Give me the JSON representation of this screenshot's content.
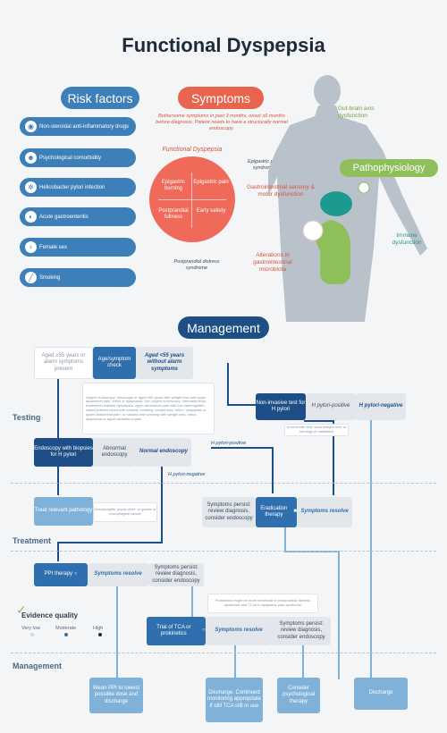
{
  "title": "Functional Dyspepsia",
  "colors": {
    "navy": "#1d4f86",
    "blue": "#3d7fb9",
    "coral": "#e8644e",
    "green": "#8fbf5a",
    "light_blue": "#7fb1d9"
  },
  "risk_factors": {
    "heading": "Risk factors",
    "items": [
      {
        "label": "Non-steroidal anti-inflammatory drugs",
        "icon": "pill-icon"
      },
      {
        "label": "Psychological comorbidity",
        "icon": "head-icon"
      },
      {
        "label": "Helicobacter pylori  infection",
        "icon": "bacteria-icon"
      },
      {
        "label": "Acute gastroenteritis",
        "icon": "stomach-icon"
      },
      {
        "label": "Female sex",
        "icon": "female-icon"
      },
      {
        "label": "Smoking",
        "icon": "cigarette-icon"
      }
    ]
  },
  "symptoms": {
    "heading": "Symptoms",
    "note": "Bothersome symptoms in past 3 months, onset ≥6 months before diagnosis. Patient needs to have a structurally normal endoscopy.",
    "circle_title": "Functional Dyspepsia",
    "quadrants": [
      "Epigastric burning",
      "Epigastric pain",
      "Postprandial fullness",
      "Early satiety"
    ],
    "epigastric_label": "Epigastric pain syndrome",
    "postprandial_label": "Postprandial distress syndrome"
  },
  "pathophysiology": {
    "heading": "Pathophysiology",
    "gut_brain": "Gut-brain axis dysfunction",
    "sensory": "Gastrointestinal sensory & motor dysfunction",
    "microbiota": "Alterations in gastrointestinal microbiota",
    "immune": "Immune dysfunction"
  },
  "management": {
    "heading": "Management",
    "sections": {
      "testing": "Testing",
      "treatment": "Treatment",
      "management": "Management"
    },
    "testing": {
      "age_alarm": "Aged ≥55 years or alarm symptoms present",
      "age_check": "Age/symptom check",
      "age_under": "Aged <55 years without alarm symptoms",
      "urgent_note": "Urgent endoscopy: dysphagia or aged ≥55 years with weight loss and upper abdominal pain, reflux or dyspepsia. Non-urgent endoscopy: haematemesis; treatment-resistant dyspepsia; upper abdominal pain with low haemoglobin; raised platelet count with nausea, vomiting, weight loss, reflux, dyspepsia or upper abdominal pain; or nausea and vomiting with weight loss, reflux, dyspepsia or upper abdominal pain",
      "noninvasive": "Non-invasive test for H pylori",
      "hp_positive_label": "H pylori-positive",
      "hp_negative_label": "H pylori-negative",
      "noninvasive_note": "Urea breath test, stool antigen test, or serology (if validated)",
      "endoscopy": "Endoscopy with biopsies for H pylori",
      "abnormal": "Abnormal endoscopy",
      "normal": "Normal endoscopy",
      "hp_positive_arrow": "H pylori-positive",
      "hp_negative_arrow": "H pylori-negative"
    },
    "treatment": {
      "treat_pathology": "Treat relevant pathology",
      "pathology_note": "Oesophagitis, peptic ulcer, or gastric or oesophageal cancer",
      "persist_review": "Symptoms persist: review diagnosis, consider endoscopy",
      "eradication": "Eradication therapy",
      "sym_resolve": "Symptoms resolve",
      "ppi": "PPI therapy",
      "ppi_resolve": "Symptoms resolve",
      "ppi_persist": "Symptoms persist: review diagnosis, consider endoscopy",
      "tca_note": "Prokinetics might be more beneficial in postprandial distress syndrome and TCAs in epigastric pain syndrome",
      "tca": "Trial of TCA or prokinetics",
      "tca_resolve": "Symptoms resolve",
      "tca_persist": "Symptoms persist: review diagnosis, consider endoscopy"
    },
    "evidence": {
      "heading": "Evidence quality",
      "levels": [
        "Very low",
        "Moderate",
        "High"
      ]
    },
    "final": {
      "wean": "Wean PPI to lowest possible dose and discharge",
      "discharge_tca": "Discharge. Continued monitoring appropriate if still TCA still in use",
      "psych": "Consider psychological therapy",
      "discharge": "Discharge"
    }
  }
}
